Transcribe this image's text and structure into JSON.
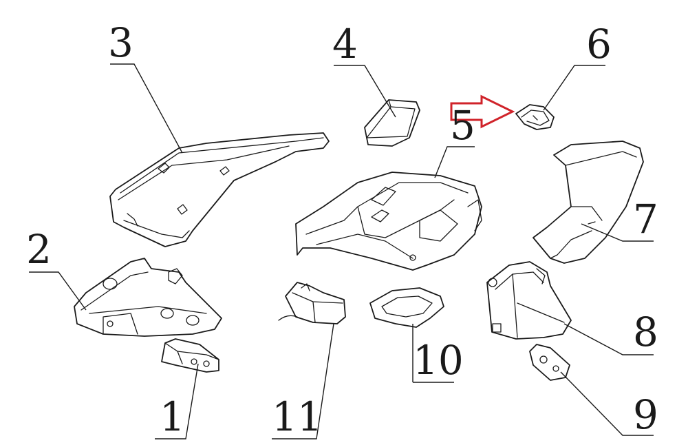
{
  "callouts": [
    {
      "id": "1",
      "label": "1"
    },
    {
      "id": "2",
      "label": "2"
    },
    {
      "id": "3",
      "label": "3"
    },
    {
      "id": "4",
      "label": "4"
    },
    {
      "id": "5",
      "label": "5"
    },
    {
      "id": "6",
      "label": "6"
    },
    {
      "id": "7",
      "label": "7"
    },
    {
      "id": "8",
      "label": "8"
    },
    {
      "id": "9",
      "label": "9"
    },
    {
      "id": "10",
      "label": "10"
    },
    {
      "id": "11",
      "label": "11"
    }
  ],
  "colors": {
    "line": "#1a1a1a",
    "highlight_arrow": "#d0232a",
    "background": "#ffffff"
  }
}
